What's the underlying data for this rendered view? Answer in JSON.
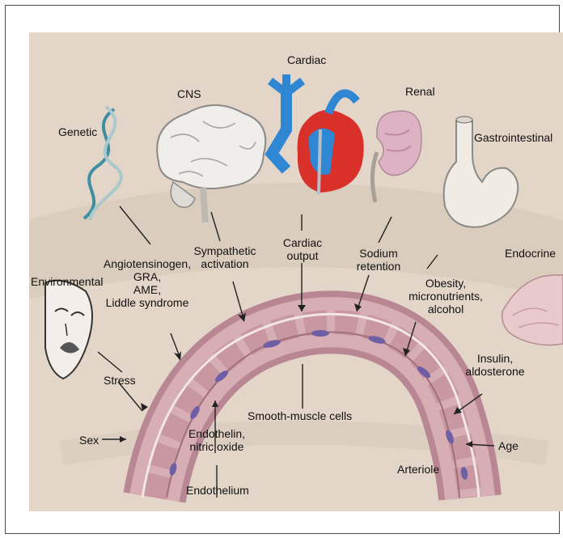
{
  "labels": {
    "cardiac": "Cardiac",
    "cns": "CNS",
    "renal": "Renal",
    "genetic": "Genetic",
    "gastrointestinal": "Gastrointestinal",
    "endocrine": "Endocrine",
    "environmental": "Environmental",
    "genetic_factors": "Angiotensinogen,\nGRA,\nAME,\nLiddle syndrome",
    "sympathetic": "Sympathetic\nactivation",
    "cardiac_output": "Cardiac\noutput",
    "sodium": "Sodium\nretention",
    "obesity": "Obesity,\nmicronutrients,\nalcohol",
    "insulin": "Insulin,\naldosterone",
    "stress": "Stress",
    "sex": "Sex",
    "smooth_muscle": "Smooth-muscle cells",
    "endothelin": "Endothelin,\nnitric oxide",
    "endothelium": "Endothelium",
    "arteriole": "Arteriole",
    "age": "Age"
  },
  "colors": {
    "background": "#e3d5c7",
    "vessel": "#c79aa2",
    "artery_blue": "#2f86d2",
    "heart_red": "#d9312a",
    "organ_pink": "#ddb3c3",
    "organ_light": "#f1eeea"
  }
}
